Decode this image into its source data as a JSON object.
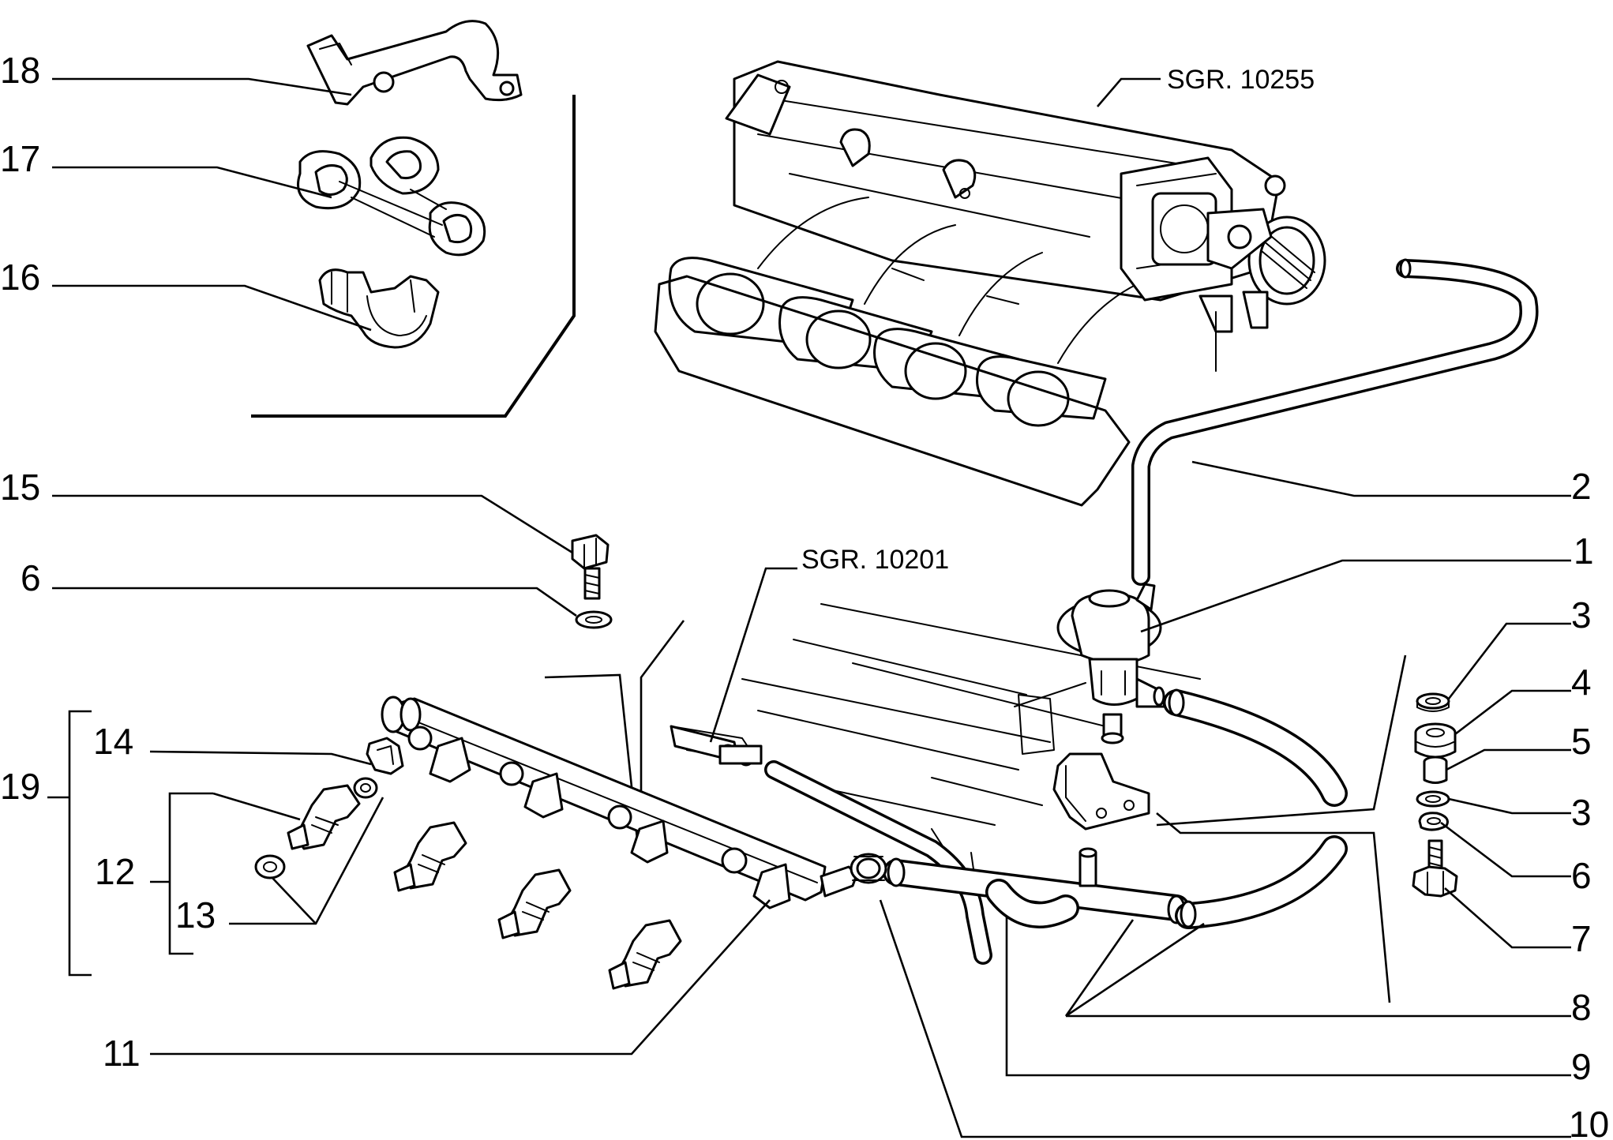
{
  "refs": {
    "manifold": "SGR. 10255",
    "engine": "SGR. 10201"
  },
  "callouts": [
    {
      "id": "18",
      "text": "18"
    },
    {
      "id": "17",
      "text": "17"
    },
    {
      "id": "16",
      "text": "16"
    },
    {
      "id": "15",
      "text": "15"
    },
    {
      "id": "6a",
      "text": "6"
    },
    {
      "id": "14",
      "text": "14"
    },
    {
      "id": "19",
      "text": "19"
    },
    {
      "id": "12",
      "text": "12"
    },
    {
      "id": "13",
      "text": "13"
    },
    {
      "id": "11",
      "text": "11"
    },
    {
      "id": "2",
      "text": "2"
    },
    {
      "id": "1",
      "text": "1"
    },
    {
      "id": "3a",
      "text": "3"
    },
    {
      "id": "4",
      "text": "4"
    },
    {
      "id": "5",
      "text": "5"
    },
    {
      "id": "3b",
      "text": "3"
    },
    {
      "id": "6b",
      "text": "6"
    },
    {
      "id": "7",
      "text": "7"
    },
    {
      "id": "8",
      "text": "8"
    },
    {
      "id": "9",
      "text": "9"
    },
    {
      "id": "10",
      "text": "10"
    }
  ]
}
